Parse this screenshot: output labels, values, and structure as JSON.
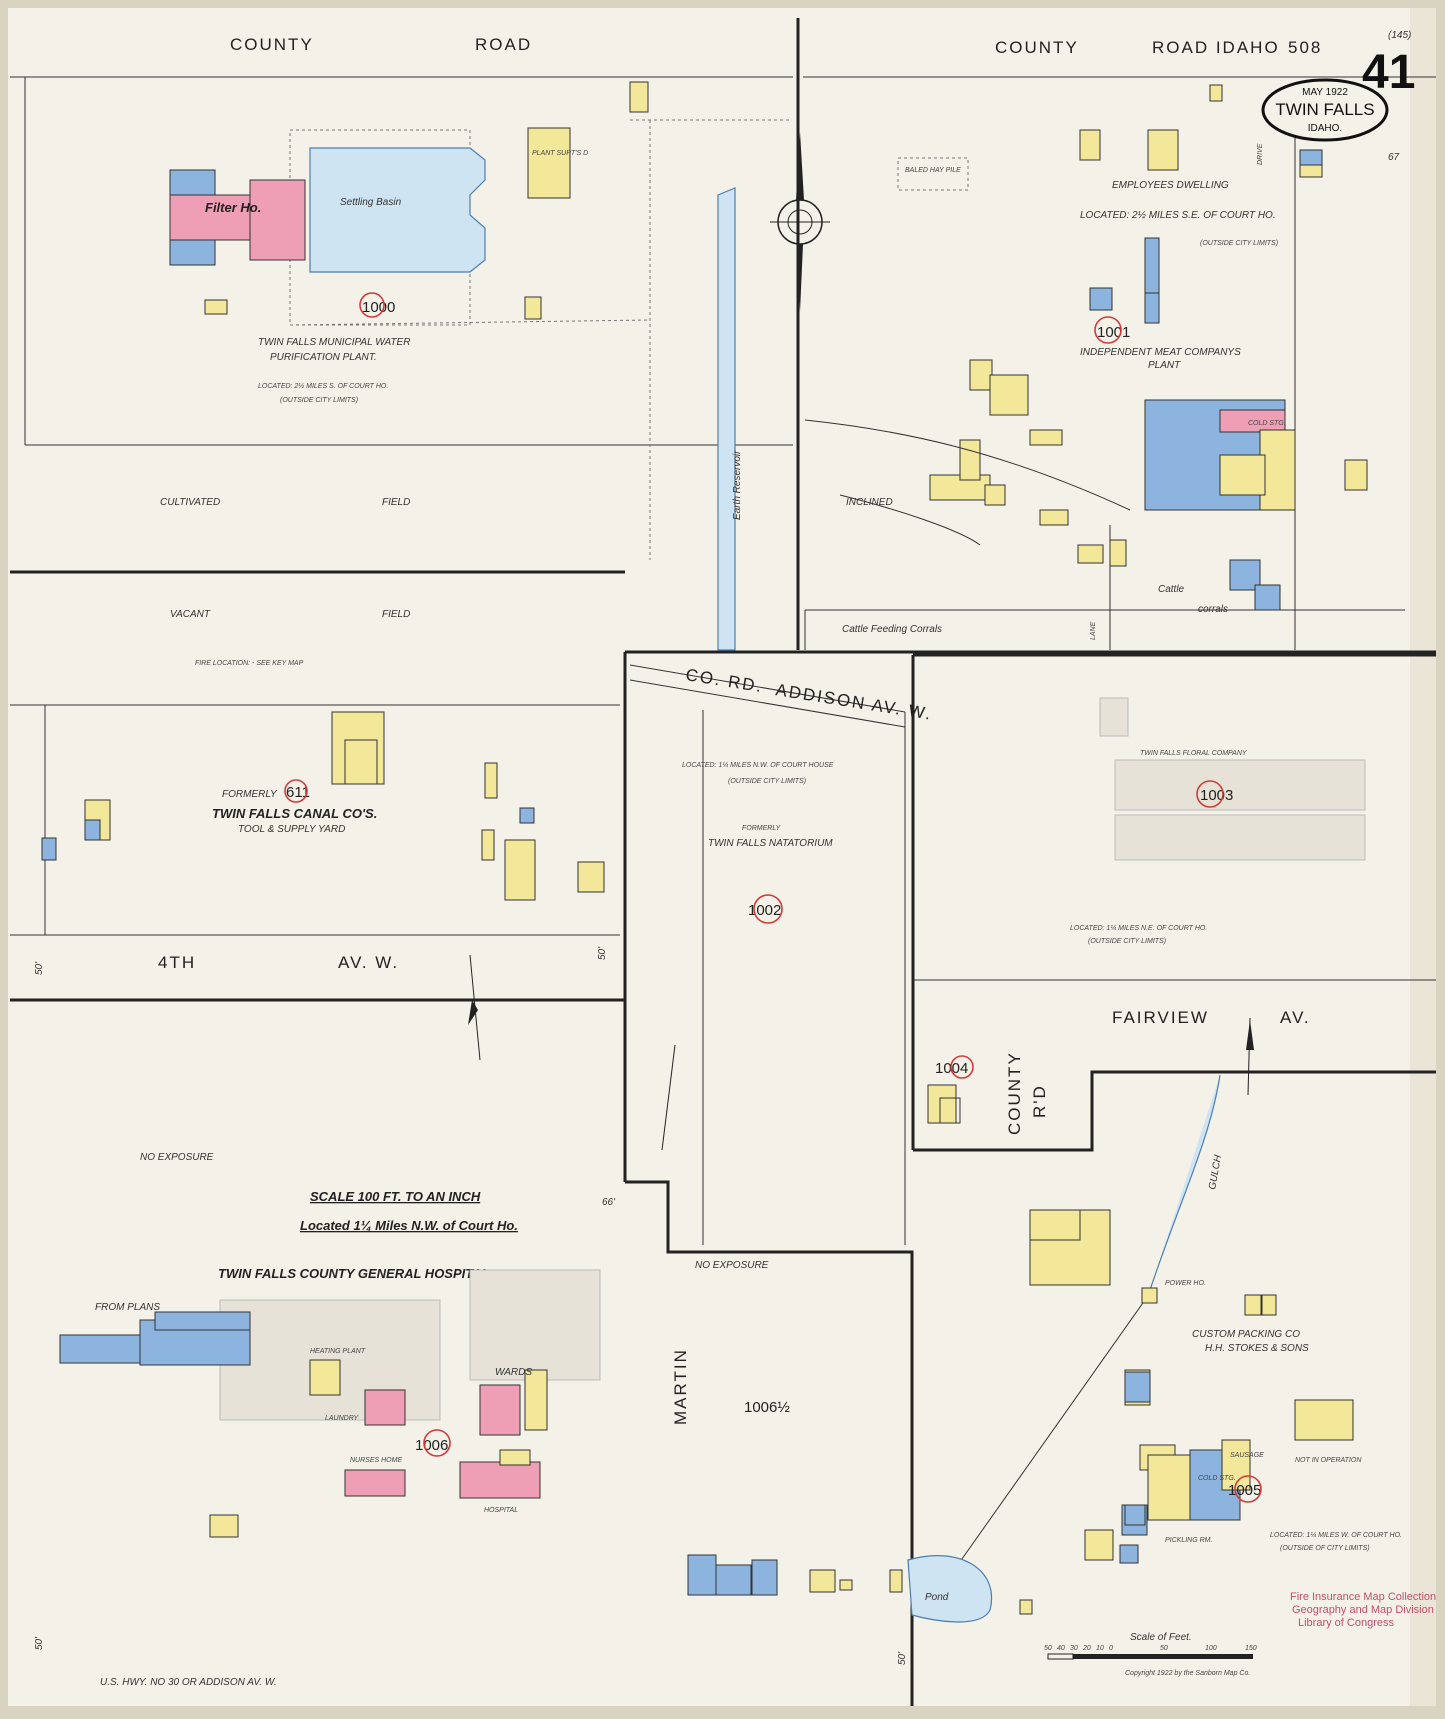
{
  "header": {
    "sheet_number": "41",
    "sheet_pencil": "(145)",
    "sheet_pencil_2": "67",
    "route_code": "508",
    "cartouche": {
      "date": "MAY 1922",
      "city": "TWIN FALLS",
      "state": "IDAHO."
    }
  },
  "roads": {
    "county_road_left": "COUNTY",
    "county_road_left_2": "ROAD",
    "county_road_right": "COUNTY",
    "county_road_right_2": "ROAD IDAHO",
    "co_rd": "CO. RD.",
    "addison_av": "ADDISON AV. W.",
    "fourth_av": "4TH",
    "fourth_av_2": "AV. W.",
    "fairview": "FAIRVIEW",
    "fairview_2": "AV.",
    "county_rd_vertical": "COUNTY",
    "county_rd_vertical_2": "R'D",
    "martin": "MARTIN",
    "us_hwy": "U.S. HWY. NO 30 OR ADDISON AV. W.",
    "drive": "DRIVE",
    "lane": "LANE"
  },
  "blocks": {
    "b1000": {
      "number": "1000",
      "title": "TWIN FALLS MUNICIPAL WATER",
      "title_2": "PURIFICATION PLANT.",
      "note": "LOCATED: 2½ MILES S. OF COURT HO.",
      "note_2": "(OUTSIDE CITY LIMITS)",
      "filter": "Filter Ho.",
      "basin": "Settling Basin",
      "plant": "PLANT SUPT'S D"
    },
    "b1001": {
      "number": "1001",
      "title": "INDEPENDENT MEAT COMPANYS",
      "title_2": "PLANT",
      "located": "LOCATED: 2½ MILES S.E. OF COURT HO.",
      "limits": "(OUTSIDE CITY LIMITS)",
      "dwelling": "EMPLOYEES DWELLING",
      "cold_stg": "COLD STG.",
      "cattle_corrals": "Cattle Feeding Corrals",
      "cattle": "Cattle",
      "corrals": "corrals",
      "baled": "BALED HAY PILE",
      "inclined": "INCLINED"
    },
    "b611": {
      "number": "611",
      "formerly": "FORMERLY",
      "title": "TWIN FALLS CANAL CO'S.",
      "title_2": "TOOL & SUPPLY YARD",
      "fire": "FIRE LOCATION: - SEE KEY MAP",
      "vacant": "VACANT",
      "field": "FIELD",
      "cultivated": "CULTIVATED",
      "field_2": "FIELD"
    },
    "b1002": {
      "number": "1002",
      "located": "LOCATED: 1¼ MILES N.W. OF COURT HOUSE",
      "limits": "(OUTSIDE CITY LIMITS)",
      "formerly": "FORMERLY",
      "title": "TWIN FALLS NATATORIUM"
    },
    "b1003": {
      "number": "1003",
      "title": "TWIN FALLS FLORAL COMPANY",
      "located": "LOCATED: 1¼ MILES N.E. OF COURT HO.",
      "limits": "(OUTSIDE CITY LIMITS)"
    },
    "b1004": {
      "number": "1004"
    },
    "b1005": {
      "number": "1005",
      "title": "CUSTOM PACKING CO",
      "title_2": "H.H. STOKES & SONS",
      "not_op": "NOT IN OPERATION",
      "located": "LOCATED: 1¼ MILES W. OF COURT HO.",
      "limits": "(OUTSIDE OF CITY LIMITS)",
      "pond": "Pond",
      "sausage": "SAUSAGE",
      "cold": "COLD STG.",
      "pickling": "PICKLING RM.",
      "power_ho": "POWER HO."
    },
    "b1006": {
      "number": "1006",
      "scale": "SCALE 100 FT. TO AN INCH",
      "located": "Located 1¼ Miles N.W. of Court Ho.",
      "title": "TWIN FALLS COUNTY GENERAL HOSPITAL",
      "from_plans": "FROM PLANS",
      "wards": "WARDS",
      "hospital": "HOSPITAL",
      "nurses": "NURSES HOME",
      "laundry": "LAUNDRY",
      "heating": "HEATING PLANT"
    },
    "b1006_half": {
      "number": "1006½"
    }
  },
  "misc": {
    "earth_reservoir": "Earth Reservoir",
    "no_exposure": "NO EXPOSURE",
    "no_exposure_2": "NO EXPOSURE",
    "gulch": "GULCH",
    "scale_of_feet": "Scale of Feet.",
    "scale_ticks": [
      "50",
      "40",
      "30",
      "20",
      "10",
      "0",
      "50",
      "100",
      "150"
    ],
    "copyright": "Copyright 1922 by the Sanborn Map Co.",
    "stamp": "Fire Insurance Map Collection",
    "stamp_2": "Geography and Map Division",
    "stamp_3": "Library of Congress",
    "dim_50a": "50'",
    "dim_50b": "50'",
    "dim_66": "66'",
    "dim_50c": "50'",
    "dim_50d": "50'"
  },
  "colors": {
    "paper": "#f4f1e8",
    "brick": "#ef9fb5",
    "frame": "#f3e79a",
    "fireproof": "#8db4df"
  }
}
